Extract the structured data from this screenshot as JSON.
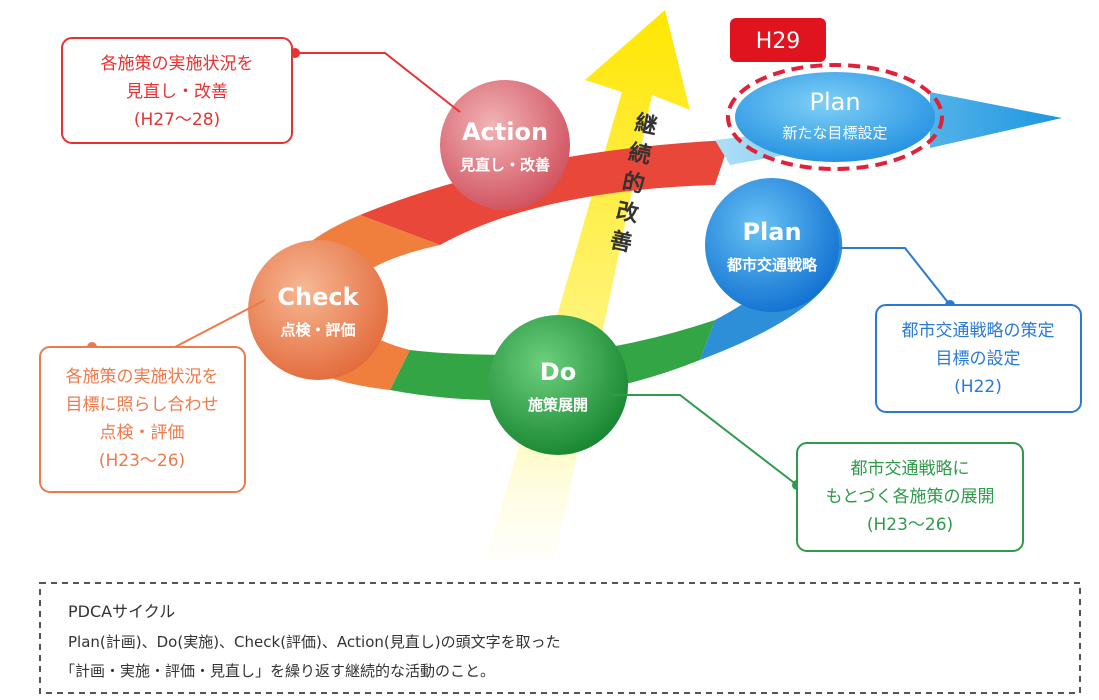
{
  "badge": {
    "label": "H29"
  },
  "arrow_label": [
    "継",
    "続",
    "的",
    "改",
    "善"
  ],
  "circles": {
    "action": {
      "title": "Action",
      "subtitle": "見直し・改善"
    },
    "check": {
      "title": "Check",
      "subtitle": "点検・評価"
    },
    "do": {
      "title": "Do",
      "subtitle": "施策展開"
    },
    "plan_strategy": {
      "title": "Plan",
      "subtitle": "都市交通戦略"
    },
    "plan_new": {
      "title": "Plan",
      "subtitle": "新たな目標設定"
    }
  },
  "boxes": {
    "action_box": {
      "lines": [
        "各施策の実施状況を",
        "見直し・改善",
        "(H27〜28)"
      ],
      "color": "#e63232"
    },
    "check_box": {
      "lines": [
        "各施策の実施状況を",
        "目標に照らし合わせ",
        "点検・評価",
        "(H23〜26)"
      ],
      "color": "#ee7a4b"
    },
    "plan_box": {
      "lines": [
        "都市交通戦略の策定",
        "目標の設定",
        "(H22)"
      ],
      "color": "#2a7ad4"
    },
    "do_box": {
      "lines": [
        "都市交通戦略に",
        "もとづく各施策の展開",
        "(H23〜26)"
      ],
      "color": "#2e9a4a"
    }
  },
  "note": {
    "title": "PDCAサイクル",
    "lines": [
      "Plan(計画)、Do(実施)、Check(評価)、Action(見直し)の頭文字を取った",
      "「計画・実施・評価・見直し」を繰り返す継続的な活動のこと。"
    ]
  }
}
